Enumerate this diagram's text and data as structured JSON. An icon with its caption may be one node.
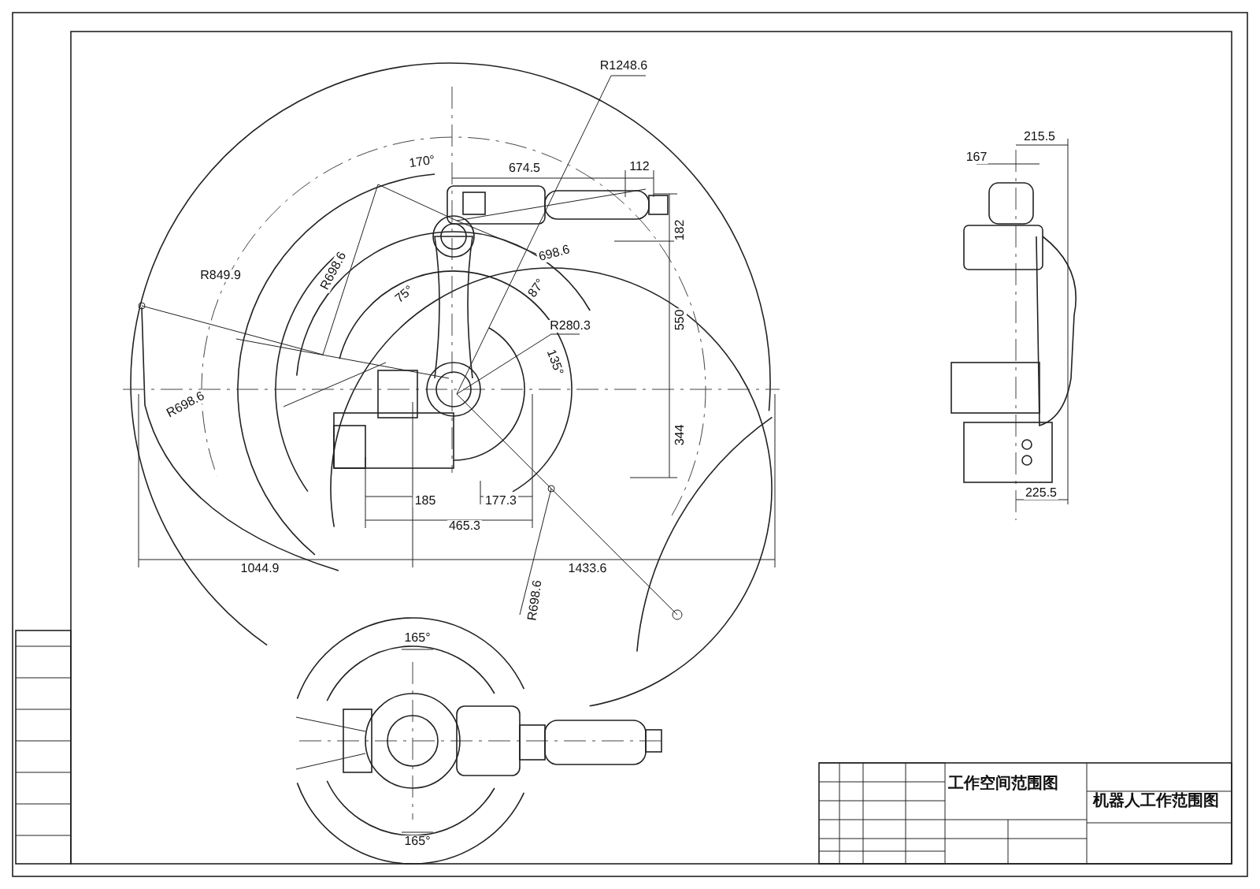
{
  "diagram": {
    "labels": [
      "R1248.6",
      "170°",
      "674.5",
      "112",
      "182",
      "698.6",
      "R849.9",
      "R698.6",
      "75°",
      "87°",
      "R280.3",
      "550",
      "135°",
      "R698.6",
      "344",
      "185",
      "177.3",
      "465.3",
      "1044.9",
      "1433.6",
      "R698.6",
      "167",
      "215.5",
      "225.5",
      "165°",
      "165°",
      "工作空间范围图",
      "机器人工作范围图"
    ]
  }
}
